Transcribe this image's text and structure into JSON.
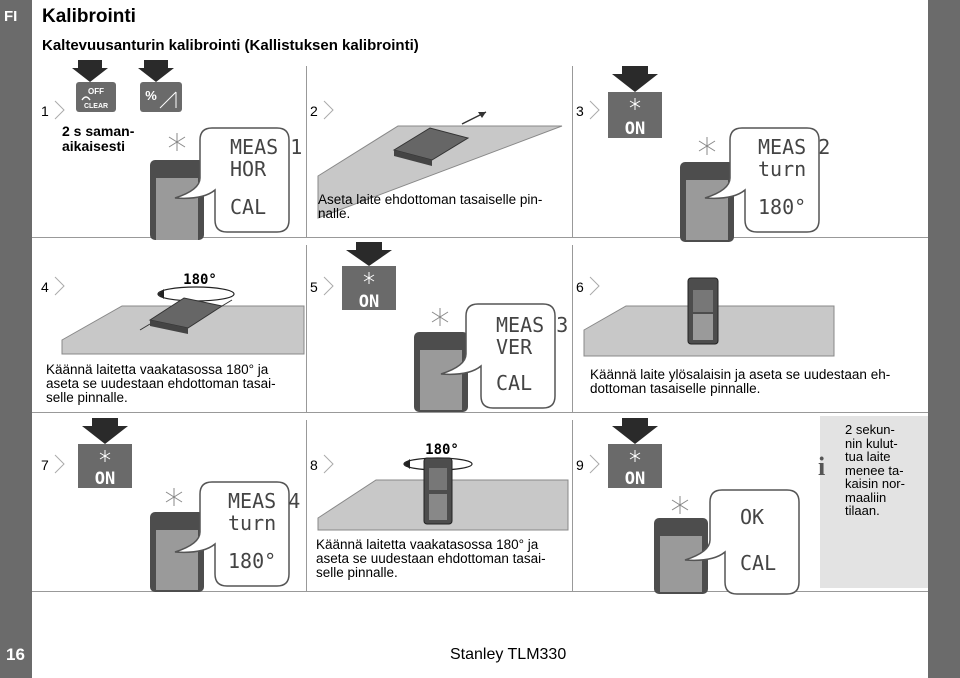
{
  "page": {
    "lang": "FI",
    "page_number": "16",
    "title": "Kalibrointi",
    "subtitle": "Kaltevuusanturin kalibrointi (Kallistuksen kalibrointi)",
    "footer": "Stanley TLM330"
  },
  "steps": [
    {
      "num": "1",
      "text": "2 s saman-\naikaisesti",
      "key1_top": "OFF",
      "key1_bottom": "CLEAR",
      "key2": "%",
      "display": [
        "MEAS 1",
        "HOR",
        "CAL"
      ]
    },
    {
      "num": "2",
      "text": "Aseta laite ehdottoman tasaiselle pin-\nnalle."
    },
    {
      "num": "3",
      "key": "ON",
      "display": [
        "MEAS 2",
        "turn",
        "180°"
      ]
    },
    {
      "num": "4",
      "rotate_label": "180°",
      "text": "Käännä laitetta vaakatasossa 180° ja\naseta se uudestaan ehdottoman tasai-\nselle pinnalle."
    },
    {
      "num": "5",
      "key": "ON",
      "display": [
        "MEAS 3",
        "VER",
        "CAL"
      ]
    },
    {
      "num": "6",
      "text": "Käännä laite ylösalaisin ja aseta se uudestaan eh-\ndottoman tasaiselle pinnalle."
    },
    {
      "num": "7",
      "key": "ON",
      "display": [
        "MEAS 4",
        "turn",
        "180°"
      ]
    },
    {
      "num": "8",
      "rotate_label": "180°",
      "text": "Käännä laitetta vaakatasossa 180° ja\naseta se uudestaan ehdottoman tasai-\nselle pinnalle."
    },
    {
      "num": "9",
      "key": "ON",
      "display": [
        "OK",
        "CAL"
      ]
    }
  ],
  "info": {
    "icon": "info-icon",
    "text": "2 sekun-\nnin kulut-\ntua laite\nmenee ta-\nkaisin nor-\nmaaliin\ntilaan."
  }
}
